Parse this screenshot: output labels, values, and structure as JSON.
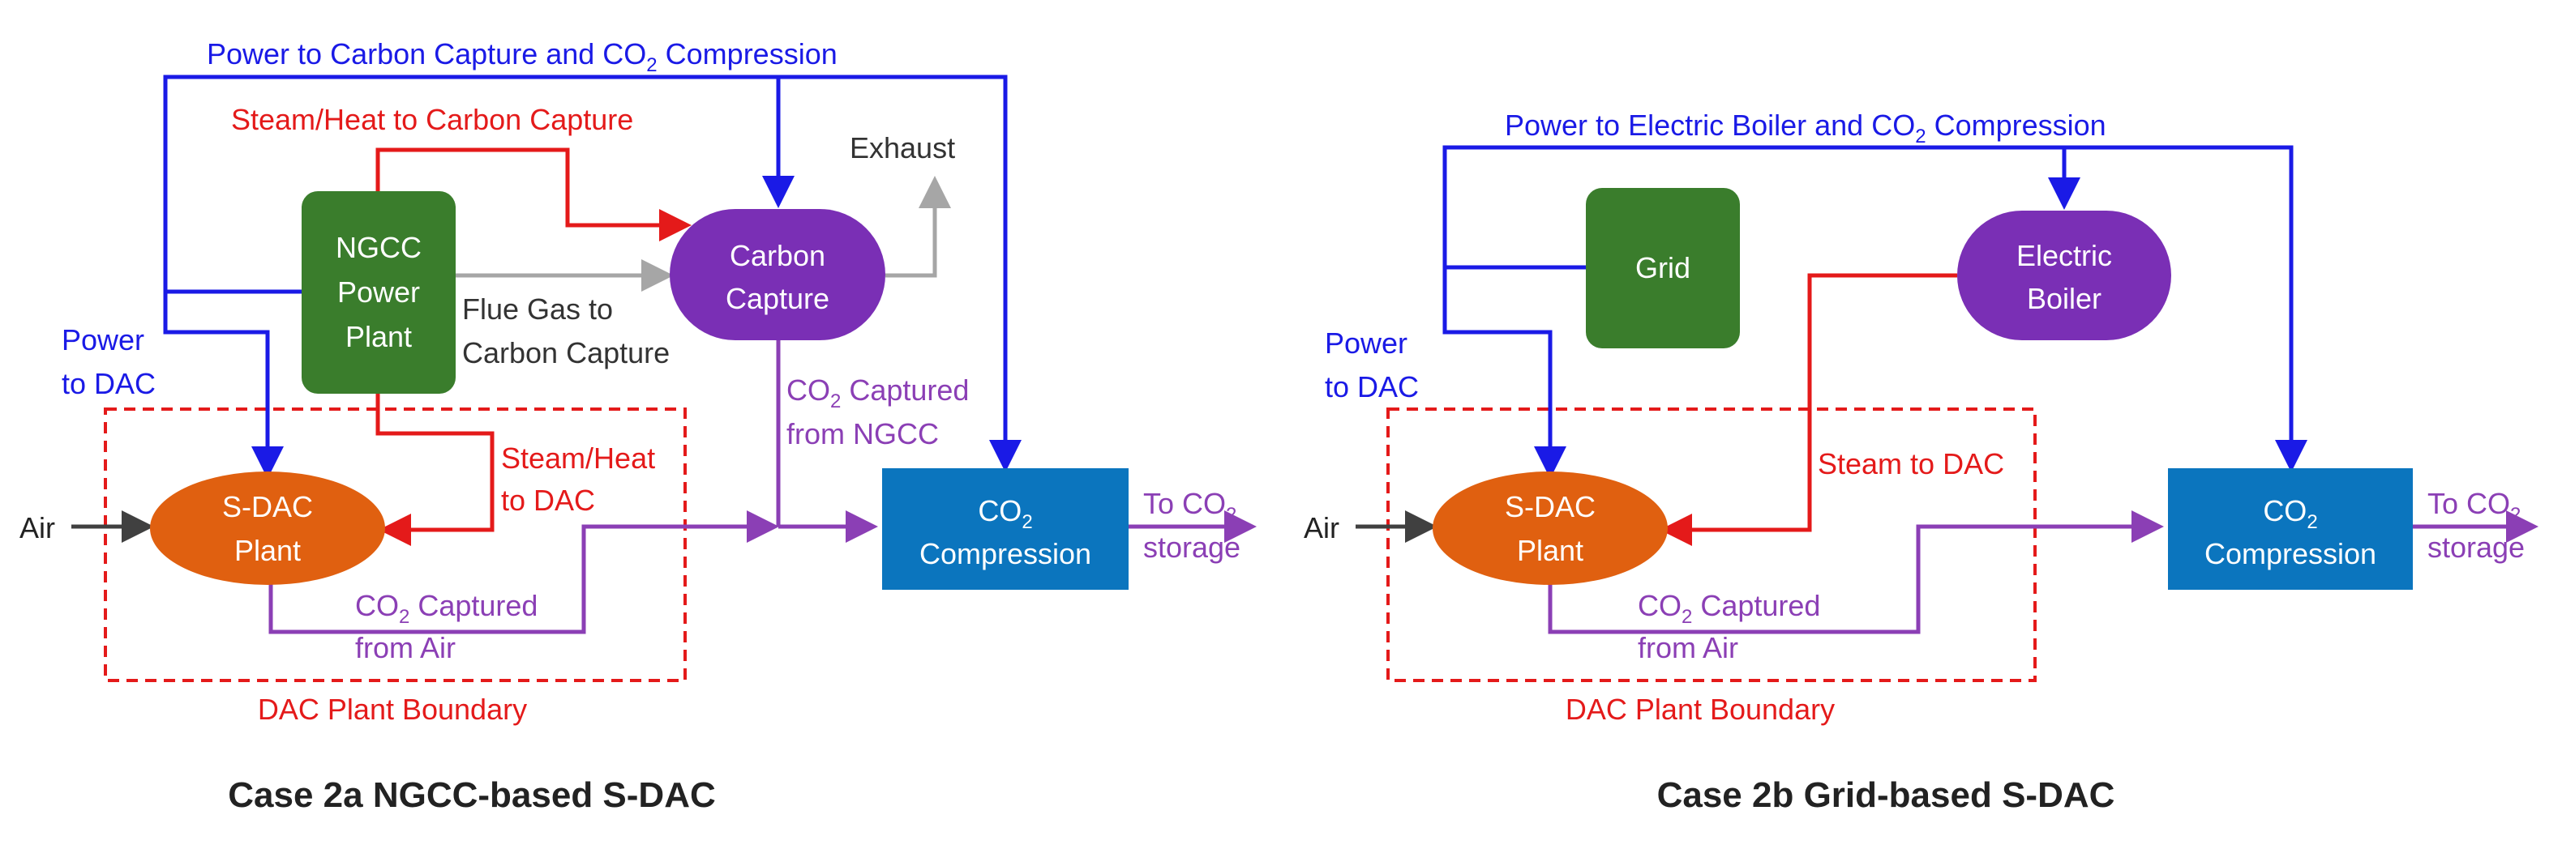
{
  "colors": {
    "power": "#1A1AE6",
    "steam": "#E41A1A",
    "co2": "#8B3FB5",
    "flue_gas": "#A6A6A6",
    "air": "#404040",
    "ngcc_box": "#3A7D2C",
    "grid_box": "#3A7D2C",
    "carbon_capture": "#7A2FB5",
    "electric_boiler": "#7A2FB5",
    "sdac": "#E06010",
    "compression": "#0B75BE"
  },
  "case_2a": {
    "caption": "Case 2a NGCC-based S-DAC",
    "power_line_label": {
      "pre": "Power to Carbon Capture and CO",
      "sub": "2",
      "post": " Compression"
    },
    "steam_to_capture": "Steam/Heat  to Carbon Capture",
    "exhaust": "Exhaust",
    "ngcc": [
      "NGCC",
      "Power",
      "Plant"
    ],
    "carbon_capture": [
      "Carbon",
      "Capture"
    ],
    "flue_gas": [
      "Flue Gas to",
      "Carbon Capture"
    ],
    "power_to_dac": [
      "Power",
      "to DAC"
    ],
    "co2_from_ngcc": {
      "pre": "CO",
      "sub": "2",
      "post": " Captured",
      "line2": "from NGCC"
    },
    "steam_to_dac": [
      "Steam/Heat",
      "to DAC"
    ],
    "air": "Air",
    "sdac": [
      "S-DAC",
      "Plant"
    ],
    "compression": {
      "pre": "CO",
      "sub": "2",
      "line2": "Compression"
    },
    "to_storage": {
      "pre": "To CO",
      "sub": "2",
      "line2": "storage"
    },
    "co2_from_air": {
      "pre": "CO",
      "sub": "2",
      "post": " Captured",
      "line2": "from Air"
    },
    "boundary": "DAC Plant Boundary"
  },
  "case_2b": {
    "caption": "Case 2b Grid-based S-DAC",
    "power_line_label": {
      "pre": "Power to Electric Boiler and CO",
      "sub": "2",
      "post": " Compression"
    },
    "grid": "Grid",
    "electric_boiler": [
      "Electric",
      "Boiler"
    ],
    "power_to_dac": [
      "Power",
      "to DAC"
    ],
    "steam_to_dac": "Steam to DAC",
    "air": "Air",
    "sdac": [
      "S-DAC",
      "Plant"
    ],
    "compression": {
      "pre": "CO",
      "sub": "2",
      "line2": "Compression"
    },
    "to_storage": {
      "pre": "To CO",
      "sub": "2",
      "line2": "storage"
    },
    "co2_from_air": {
      "pre": "CO",
      "sub": "2",
      "post": " Captured",
      "line2": "from Air"
    },
    "boundary": "DAC Plant Boundary"
  }
}
